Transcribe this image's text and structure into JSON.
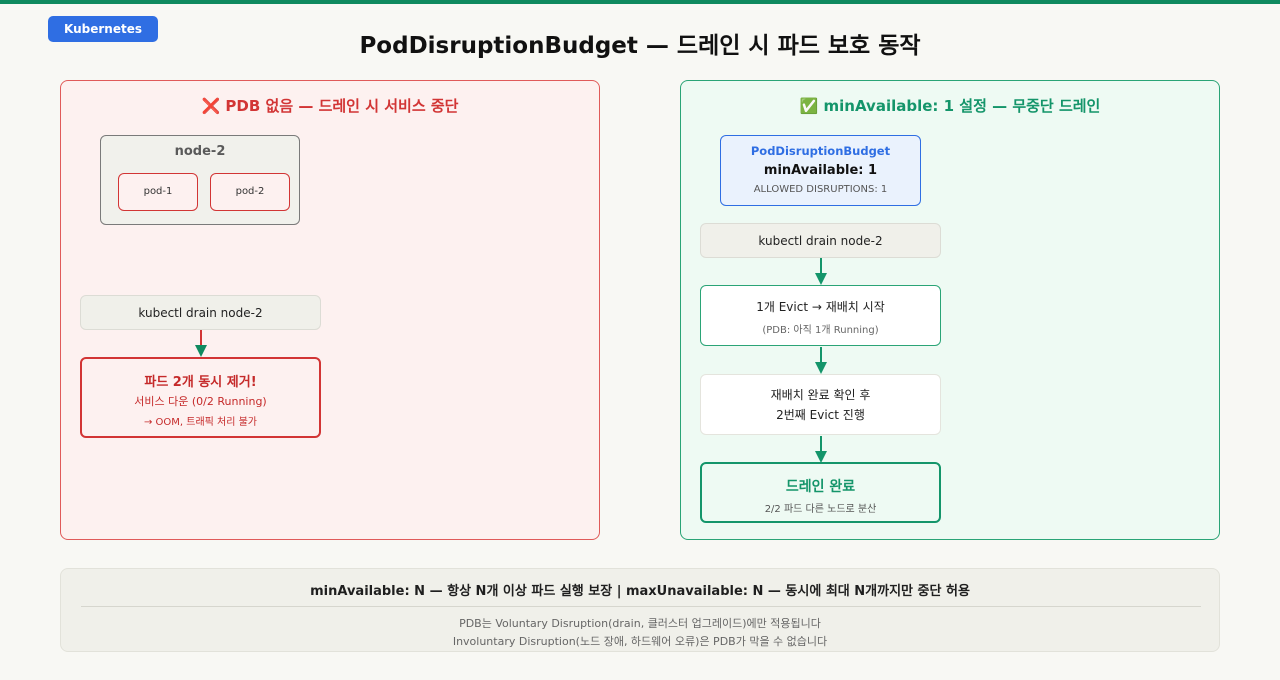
{
  "tag": "Kubernetes",
  "title": "PodDisruptionBudget — 드레인 시 파드 보호 동작",
  "left": {
    "title": "❌ PDB 없음 — 드레인 시 서비스 중단",
    "node_title": "node-2",
    "pods": [
      "pod-1",
      "pod-2"
    ],
    "command": "kubectl drain node-2",
    "result_line1": "파드 2개 동시 제거!",
    "result_line2": "서비스 다운 (0/2 Running)",
    "result_line3": "→ OOM, 트래픽 처리 불가"
  },
  "right": {
    "title": "✅ minAvailable: 1 설정 — 무중단 드레인",
    "pdb_name": "PodDisruptionBudget",
    "pdb_setting": "minAvailable: 1",
    "pdb_allowed": "ALLOWED DISRUPTIONS: 1",
    "command": "kubectl drain node-2",
    "step1_line1": "1개 Evict → 재배치 시작",
    "step1_line2": "(PDB: 아직 1개 Running)",
    "step2_line1": "재배치 완료 확인 후",
    "step2_line2": "2번째 Evict 진행",
    "done_line1": "드레인 완료",
    "done_line2": "2/2 파드 다른 노드로 분산"
  },
  "footer": {
    "summary": "minAvailable: N — 항상 N개 이상 파드 실행 보장 | maxUnavailable: N — 동시에 최대 N개까지만 중단 허용",
    "note1": "PDB는 Voluntary Disruption(drain, 클러스터 업그레이드)에만 적용됩니다",
    "note2": "Involuntary Disruption(노드 장애, 하드웨어 오류)은 PDB가 막을 수 없습니다"
  },
  "colors": {
    "accent_green": "#14956a",
    "danger_red": "#d23535",
    "pdb_blue": "#2f6ee3",
    "tag_blue": "#2f6ee3"
  }
}
